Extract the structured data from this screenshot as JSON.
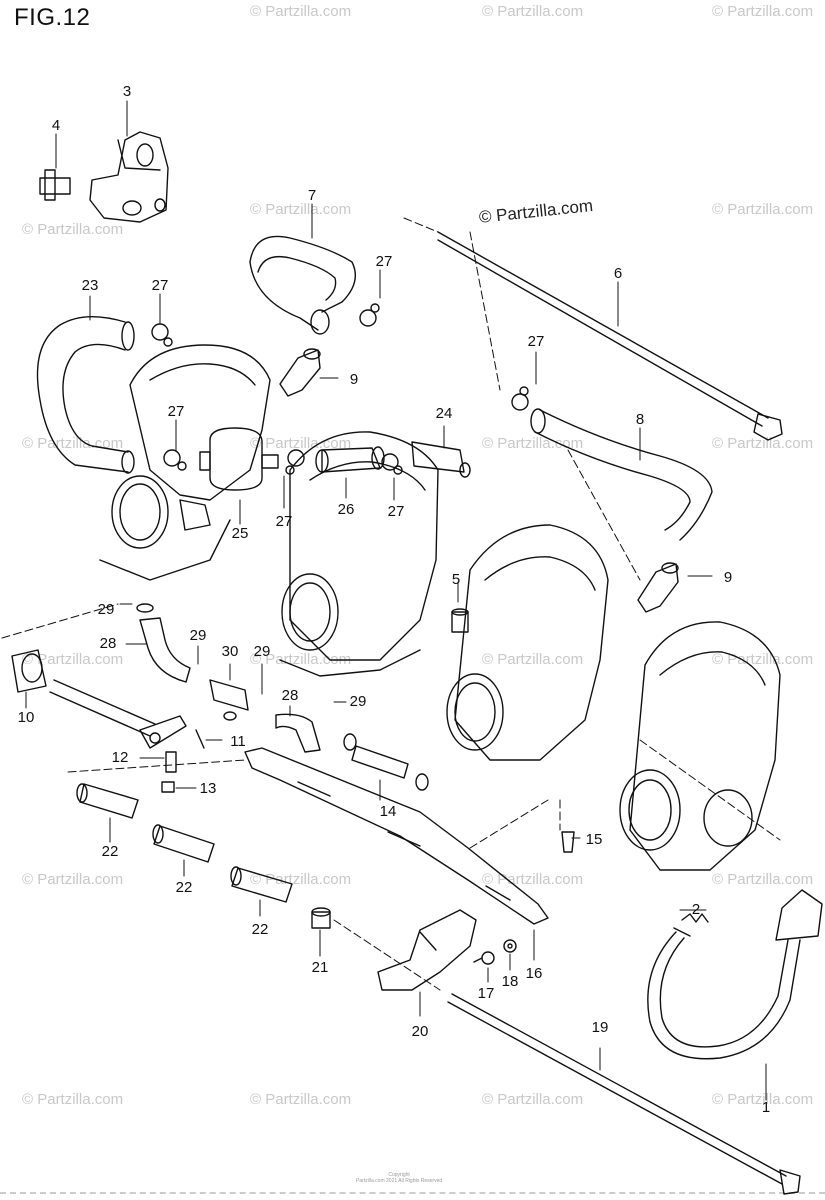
{
  "figure": {
    "title": "FIG.12",
    "copyright_main": "© Partzilla.com",
    "copyright_small_line1": "Copyright",
    "copyright_small_line2": "Partzilla.com 2021 All Rights Reserved"
  },
  "watermark_text": "© Partzilla.com",
  "callouts": [
    {
      "id": "c1",
      "label": "1"
    },
    {
      "id": "c2",
      "label": "2"
    },
    {
      "id": "c3",
      "label": "3"
    },
    {
      "id": "c4",
      "label": "4"
    },
    {
      "id": "c5",
      "label": "5"
    },
    {
      "id": "c6",
      "label": "6"
    },
    {
      "id": "c7",
      "label": "7"
    },
    {
      "id": "c8",
      "label": "8"
    },
    {
      "id": "c9a",
      "label": "9"
    },
    {
      "id": "c9b",
      "label": "9"
    },
    {
      "id": "c10",
      "label": "10"
    },
    {
      "id": "c11",
      "label": "11"
    },
    {
      "id": "c12",
      "label": "12"
    },
    {
      "id": "c13",
      "label": "13"
    },
    {
      "id": "c14",
      "label": "14"
    },
    {
      "id": "c15",
      "label": "15"
    },
    {
      "id": "c16",
      "label": "16"
    },
    {
      "id": "c17",
      "label": "17"
    },
    {
      "id": "c18",
      "label": "18"
    },
    {
      "id": "c19",
      "label": "19"
    },
    {
      "id": "c20",
      "label": "20"
    },
    {
      "id": "c21",
      "label": "21"
    },
    {
      "id": "c22a",
      "label": "22"
    },
    {
      "id": "c22b",
      "label": "22"
    },
    {
      "id": "c22c",
      "label": "22"
    },
    {
      "id": "c23",
      "label": "23"
    },
    {
      "id": "c24",
      "label": "24"
    },
    {
      "id": "c25",
      "label": "25"
    },
    {
      "id": "c26",
      "label": "26"
    },
    {
      "id": "c27a",
      "label": "27"
    },
    {
      "id": "c27b",
      "label": "27"
    },
    {
      "id": "c27c",
      "label": "27"
    },
    {
      "id": "c27d",
      "label": "27"
    },
    {
      "id": "c27e",
      "label": "27"
    },
    {
      "id": "c27f",
      "label": "27"
    },
    {
      "id": "c28a",
      "label": "28"
    },
    {
      "id": "c28b",
      "label": "28"
    },
    {
      "id": "c29a",
      "label": "29"
    },
    {
      "id": "c29b",
      "label": "29"
    },
    {
      "id": "c29c",
      "label": "29"
    },
    {
      "id": "c29d",
      "label": "29"
    },
    {
      "id": "c30",
      "label": "30"
    }
  ],
  "colors": {
    "line": "#111111",
    "watermark": "#c8c8c8",
    "background": "#ffffff"
  }
}
